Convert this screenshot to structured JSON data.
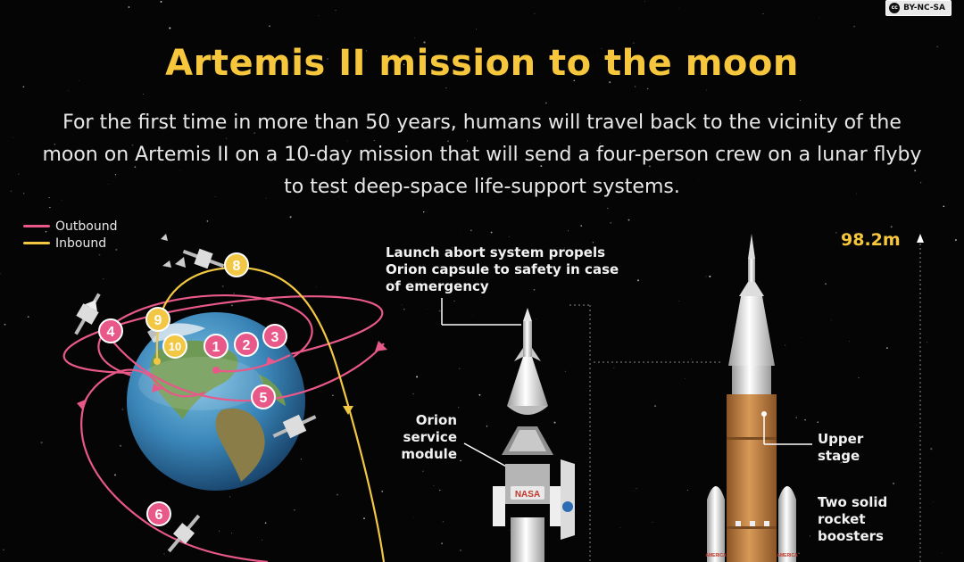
{
  "license": {
    "text": "BY-NC-SA",
    "icon": "creative-commons-icon"
  },
  "header": {
    "title": "Artemis II mission to the moon",
    "subtitle": "For the first time in more than 50 years, humans will travel back to the vicinity of the moon on Artemis II on a 10-day mission that will send a four-person crew on a lunar flyby to test deep-space life-support systems."
  },
  "legend": {
    "items": [
      {
        "label": "Outbound",
        "color": "#e8598a"
      },
      {
        "label": "Inbound",
        "color": "#f2c744"
      }
    ]
  },
  "orbit": {
    "outbound_steps": [
      "1",
      "2",
      "3",
      "4",
      "5",
      "6"
    ],
    "inbound_steps": [
      "8",
      "9",
      "10"
    ]
  },
  "rocket": {
    "height": "98.2m",
    "labels": {
      "abort": "Launch abort system propels Orion capsule to safety in case of emergency",
      "service_module": "Orion service module",
      "upper_stage": "Upper stage",
      "boosters": "Two solid rocket boosters"
    },
    "booster_text": "AMERICA",
    "nasa_text": "NASA"
  },
  "colors": {
    "accent": "#f6c73c",
    "outbound": "#e8598a",
    "inbound": "#f2c744",
    "core_stage": "#c98a4a"
  }
}
